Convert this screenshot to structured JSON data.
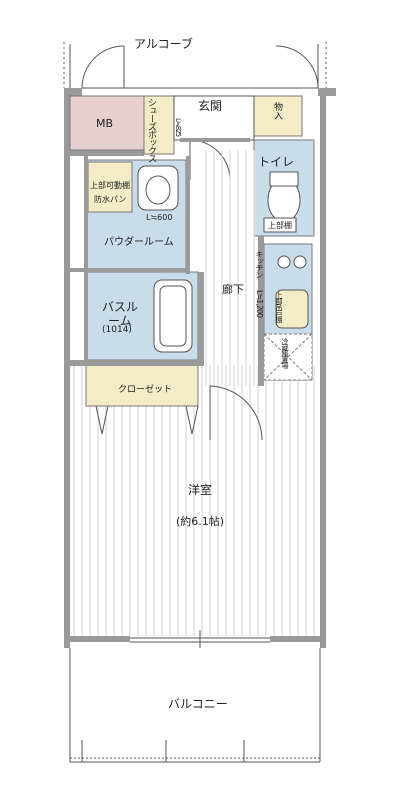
{
  "colors": {
    "wall": "#9a9a9a",
    "wet": "#c8dcea",
    "storage": "#f4ecc6",
    "mb": "#e8cfcf",
    "line": "#555555",
    "floor_line": "#bdbdbd"
  },
  "rooms": {
    "alcove": "アルコーブ",
    "mb": "MB",
    "entrance": "玄関",
    "shoe_box": "シューズボックス",
    "shoe_dim": "L≒825",
    "storage": "物入",
    "toilet": "トイレ",
    "upper_shelf": "上部棚",
    "upper_movable_shelf": "上部可動棚",
    "waterproof_pan": "防水パン",
    "powder_dim": "L≒600",
    "powder_room": "パウダールーム",
    "hallway": "廊下",
    "kitchen": "キッチン",
    "kitchen_dim": "L≒1,200",
    "upper_cabinet": "上部吊戸棚",
    "fridge_space": "冷蔵庫置場",
    "bath_room": "バスルーム",
    "bath_size": "(1014)",
    "closet": "クローゼット",
    "western_room": "洋室",
    "western_size": "(約6.1帖)",
    "balcony": "バルコニー"
  }
}
